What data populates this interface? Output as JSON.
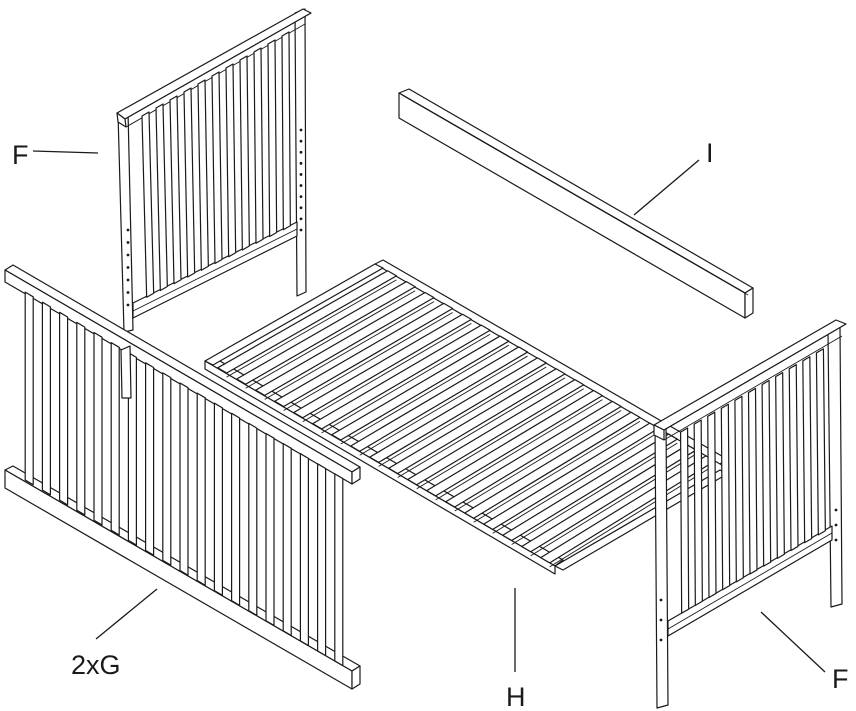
{
  "labels": {
    "headboard_back": "F",
    "side_panels": "2xG",
    "slat_base": "H",
    "rail": "I",
    "headboard_front": "F"
  },
  "parts": [
    {
      "id": "F",
      "description_shown": "F"
    },
    {
      "id": "G",
      "description_shown": "2xG"
    },
    {
      "id": "H",
      "description_shown": "H"
    },
    {
      "id": "I",
      "description_shown": "I"
    }
  ],
  "colors": {
    "line": "#1a1a1a",
    "background": "#ffffff"
  }
}
